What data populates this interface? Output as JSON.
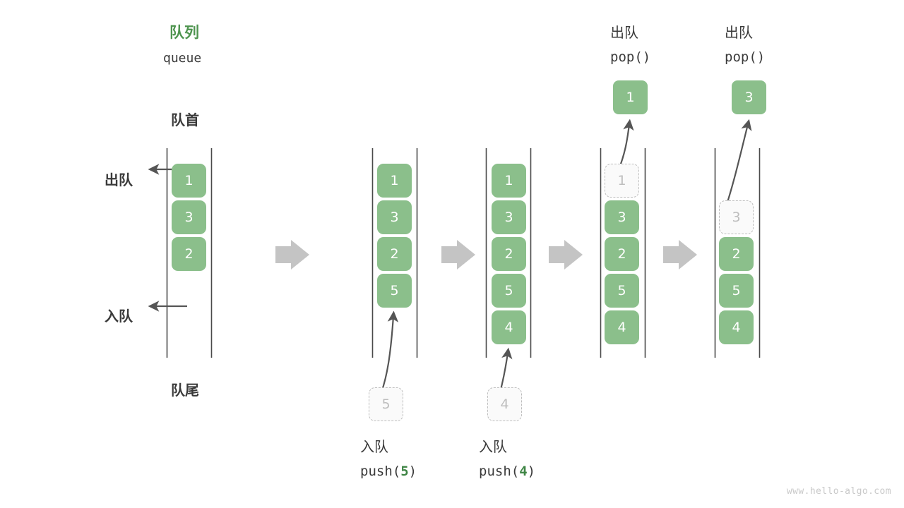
{
  "page": {
    "background": "#ffffff",
    "watermark": "www.hello-algo.com",
    "accent_green": "#3f8545",
    "box_green": "#8bbf8b",
    "ghost_gray": "#bdbdbd",
    "text_dark": "#3a3a3a",
    "arrow_gray": "#c4c4c4"
  },
  "title": {
    "cn": "队列",
    "en": "queue"
  },
  "anchors": {
    "front": "队首",
    "rear": "队尾"
  },
  "side_ops": {
    "dequeue": "出队",
    "enqueue": "入队"
  },
  "columns": [
    {
      "id": "initial",
      "cells": [
        "1",
        "3",
        "2"
      ],
      "ghost_index": null,
      "ghost_value": null,
      "caption_cn": null,
      "caption_code_prefix": null,
      "caption_code_arg": null,
      "caption_code_suffix": null,
      "header_cn": null,
      "header_code": null,
      "popped_value": null,
      "incoming_value": null
    },
    {
      "id": "push-5",
      "cells": [
        "1",
        "3",
        "2",
        "5"
      ],
      "ghost_index": null,
      "ghost_value": null,
      "caption_cn": "入队",
      "caption_code_prefix": "push(",
      "caption_code_arg": "5",
      "caption_code_suffix": ")",
      "header_cn": null,
      "header_code": null,
      "popped_value": null,
      "incoming_value": "5"
    },
    {
      "id": "push-4",
      "cells": [
        "1",
        "3",
        "2",
        "5",
        "4"
      ],
      "ghost_index": null,
      "ghost_value": null,
      "caption_cn": "入队",
      "caption_code_prefix": "push(",
      "caption_code_arg": "4",
      "caption_code_suffix": ")",
      "header_cn": null,
      "header_code": null,
      "popped_value": null,
      "incoming_value": "4"
    },
    {
      "id": "pop-1",
      "cells": [
        "3",
        "2",
        "5",
        "4"
      ],
      "ghost_index": 0,
      "ghost_value": "1",
      "caption_cn": null,
      "caption_code_prefix": null,
      "caption_code_arg": null,
      "caption_code_suffix": null,
      "header_cn": "出队",
      "header_code": "pop()",
      "popped_value": "1",
      "incoming_value": null
    },
    {
      "id": "pop-3",
      "cells": [
        "2",
        "5",
        "4"
      ],
      "ghost_index": 1,
      "ghost_value": "3",
      "caption_cn": null,
      "caption_code_prefix": null,
      "caption_code_arg": null,
      "caption_code_suffix": null,
      "header_cn": "出队",
      "header_code": "pop()",
      "popped_value": "3",
      "incoming_value": null
    }
  ],
  "flow_arrows": {
    "count": 4,
    "glyph": "step-arrow-right"
  }
}
